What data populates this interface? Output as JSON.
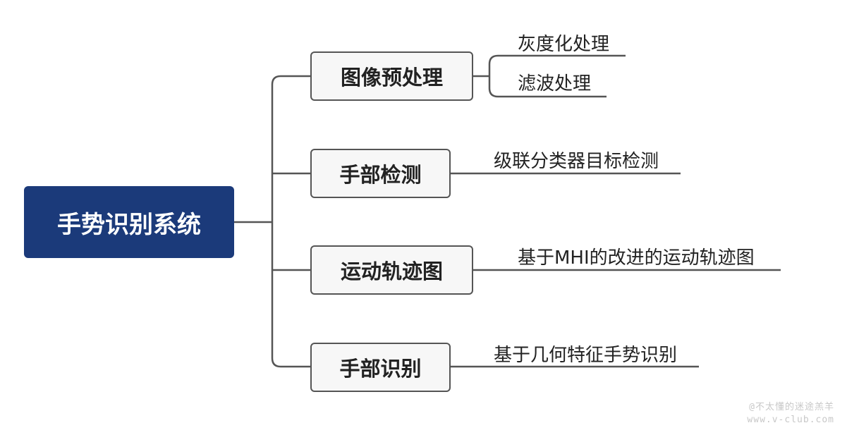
{
  "root": {
    "label": "手势识别系统"
  },
  "branches": [
    {
      "label": "图像预处理",
      "children": [
        "灰度化处理",
        "滤波处理"
      ]
    },
    {
      "label": "手部检测",
      "children": [
        "级联分类器目标检测"
      ]
    },
    {
      "label": "运动轨迹图",
      "children": [
        "基于MHI的改进的运动轨迹图"
      ]
    },
    {
      "label": "手部识别",
      "children": [
        "基于几何特征手势识别"
      ]
    }
  ],
  "watermark": {
    "line1": "@不太懂的迷途羔羊",
    "line2": "www.v-club.com"
  },
  "colors": {
    "root_fill": "#1b3a7a",
    "node_fill": "#f7f7f7",
    "line": "#555555"
  }
}
